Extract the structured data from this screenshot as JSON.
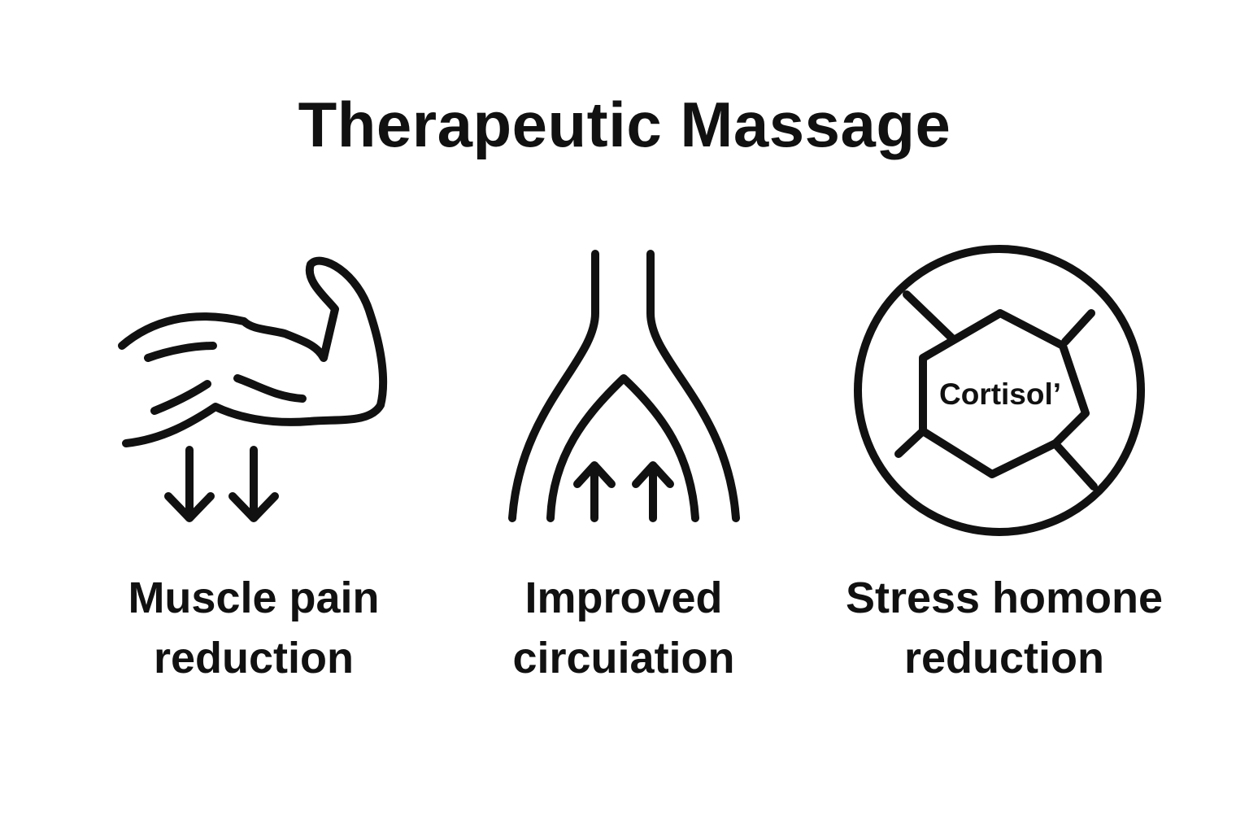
{
  "title": "Therapeutic Massage",
  "items": [
    {
      "icon": "flexed-arm-icon",
      "line1": "Muscle pain",
      "line2": "reduction"
    },
    {
      "icon": "blood-vessel-icon",
      "line1": "Improved",
      "line2": "circuiation"
    },
    {
      "icon": "cortisol-prohibited-icon",
      "line1": "Stress homone",
      "line2": "reduction",
      "icon_text": "Cortisol’"
    }
  ],
  "colors": {
    "ink": "#111111",
    "background": "#ffffff"
  }
}
